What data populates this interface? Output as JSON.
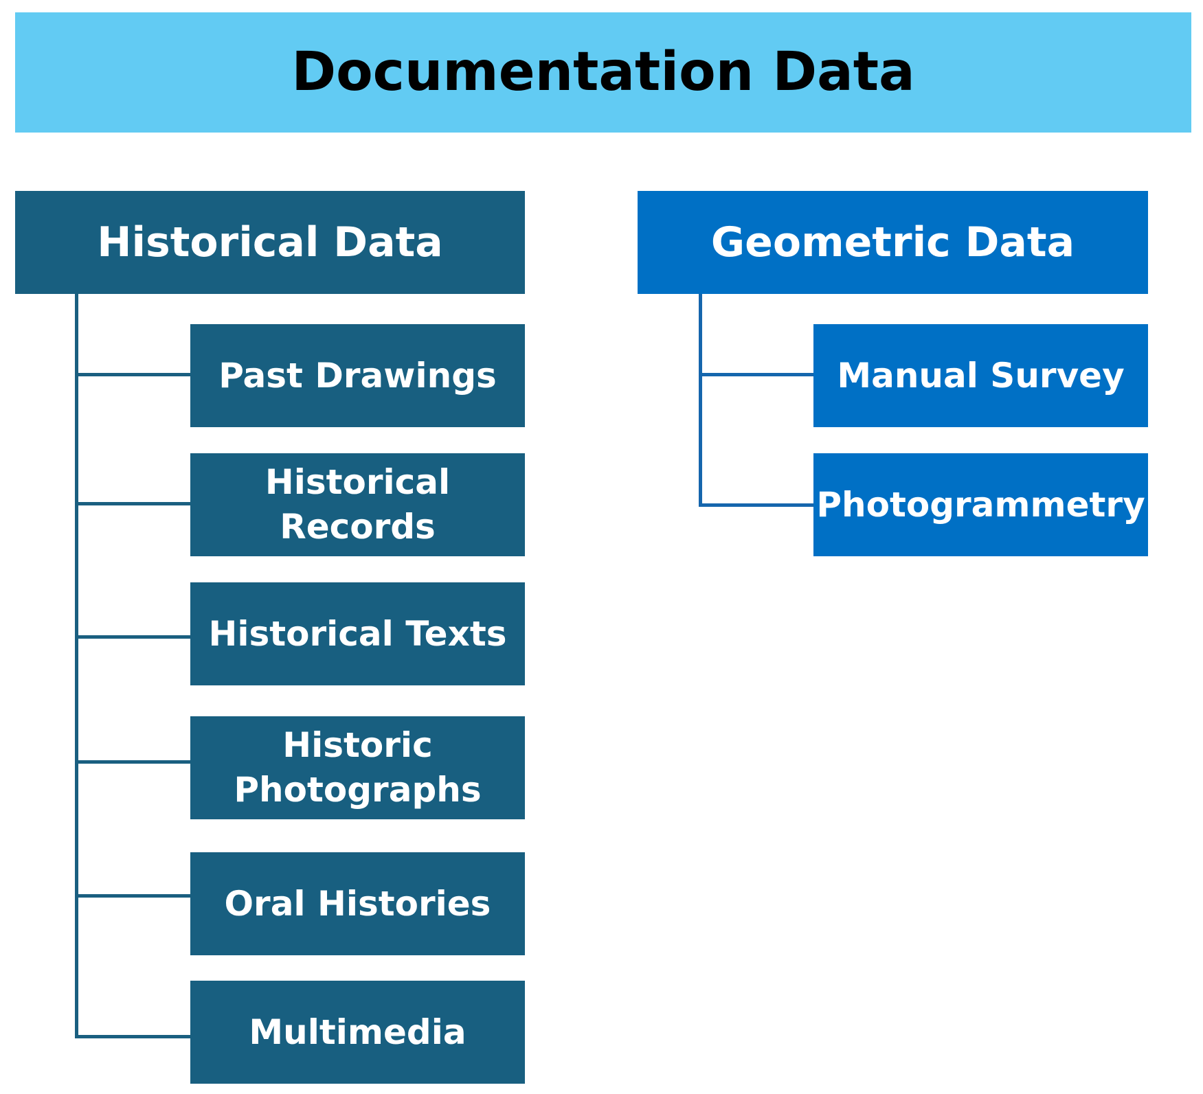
{
  "colors": {
    "root_fill": "#62cbf3",
    "root_text": "#000000",
    "historical_fill": "#185f80",
    "geometric_fill": "#0070c5",
    "child_text": "#ffffff"
  },
  "diagram": {
    "root": {
      "label": "Documentation Data"
    },
    "categories": [
      {
        "label": "Historical Data",
        "children": [
          "Past Drawings",
          "Historical Records",
          "Historical Texts",
          "Historic Photographs",
          "Oral Histories",
          "Multimedia"
        ]
      },
      {
        "label": "Geometric Data",
        "children": [
          "Manual Survey",
          "Photogrammetry"
        ]
      }
    ]
  }
}
